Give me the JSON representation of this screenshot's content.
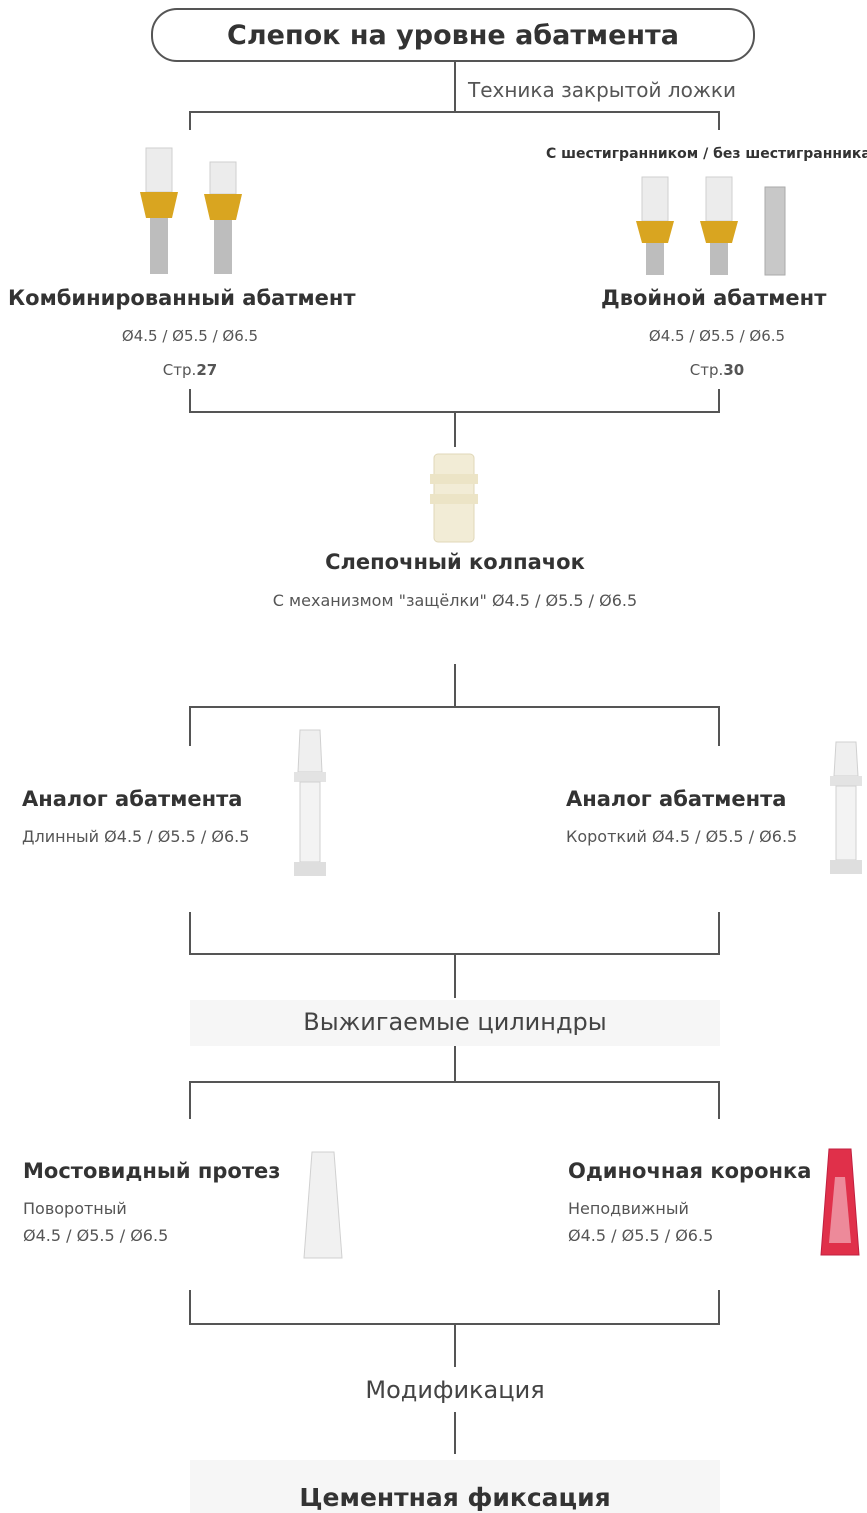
{
  "title": "Слепок на уровне абатмента",
  "technique": "Техника закрытой ложки",
  "hex_note": "С шестигранником / без шестигранника",
  "combined": {
    "name": "Комбинированный абатмент",
    "sizes": "Ø4.5 / Ø5.5 / Ø6.5",
    "page_prefix": "Стр.",
    "page": "27"
  },
  "double": {
    "name": "Двойной абатмент",
    "sizes": "Ø4.5 / Ø5.5 / Ø6.5",
    "page_prefix": "Стр.",
    "page": "30"
  },
  "cap": {
    "name": "Слепочный колпачок",
    "desc": "С механизмом \"защёлки\" Ø4.5 / Ø5.5 / Ø6.5"
  },
  "analog_long": {
    "name": "Аналог абатмента",
    "desc": "Длинный Ø4.5 / Ø5.5 / Ø6.5"
  },
  "analog_short": {
    "name": "Аналог абатмента",
    "desc": "Короткий Ø4.5 / Ø5.5 / Ø6.5"
  },
  "burnout": "Выжигаемые цилиндры",
  "bridge": {
    "name": "Мостовидный протез",
    "type": "Поворотный",
    "sizes": "Ø4.5 / Ø5.5 / Ø6.5"
  },
  "crown": {
    "name": "Одиночная коронка",
    "type": "Неподвижный",
    "sizes": "Ø4.5 / Ø5.5 / Ø6.5"
  },
  "modification": "Модификация",
  "cement": "Цементная фиксация",
  "colors": {
    "gold": "#d9a520",
    "line": "#555555",
    "red": "#e0304a"
  }
}
